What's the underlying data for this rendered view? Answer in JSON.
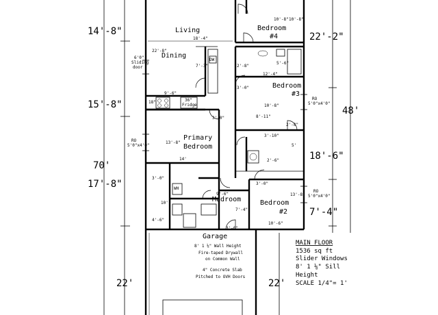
{
  "overall": {
    "depth": "70'",
    "right_total": "48'",
    "garage_width_left": "22'",
    "garage_width_right": "22'"
  },
  "left_dims": {
    "d1": "14'-8\"",
    "d2": "15'-8\"",
    "d3": "17'-8\""
  },
  "right_dims": {
    "d1": "22'-2\"",
    "d2": "18'-6\"",
    "d3": "7'-4\""
  },
  "rooms": {
    "living": "Living",
    "dining": "Dining",
    "bedroom4": [
      "Bedroom",
      "#4"
    ],
    "bedroom3": [
      "Bedroom",
      "#3"
    ],
    "primary": [
      "Primary",
      "Bedroom"
    ],
    "mudroom": "Mudroom",
    "bedroom2": [
      "Bedroom",
      "#2"
    ],
    "garage": "Garage"
  },
  "small_labels": {
    "slider_door": [
      "6'0\"",
      "Sliding",
      "door"
    ],
    "dining_w": "22'-8\"",
    "living_w": "18'-4\"",
    "bed4_w": "10'-8\"",
    "bed4_h": "10'-8\"",
    "kitchen_w": "9'-6\"",
    "kitchen_h": "7'-3\"",
    "fridge": [
      "36\"",
      "Fridge"
    ],
    "dw": "DW",
    "range": "18\"",
    "bath1_w": "12'-4\"",
    "bath1_h": "5'-6\"",
    "bed3_w": "10'-8\"",
    "bed3_h": "8'-11\"",
    "hall_w": "3'-10\"",
    "primary_w": "14'",
    "primary_h": "13'-8\"",
    "ro_left": [
      "RO",
      "5'0\"x4'0\""
    ],
    "ro_right1": [
      "RO",
      "5'0\"x4'0\""
    ],
    "ro_right2": [
      "RO",
      "5'0\"x4'0\""
    ],
    "bed2_h": "13'-8\"",
    "bed2_w": "10'-6\"",
    "mud_w": "7'-4\"",
    "mud_top": "9'-6\"",
    "bath2_w": "4'-6\"",
    "closet_h": "10'",
    "door_30": "3'-0\"",
    "door_28": "2'-8\"",
    "door_26": "2'-6\"",
    "wh": "WH",
    "hall_h": "5'"
  },
  "garage_notes": {
    "wall_height": "8' 1 ⅛\" Wall Height",
    "drywall1": "Fire-taped Drywall",
    "drywall2": "on Common Wall",
    "slab1": "4\" Concrete Slab",
    "slab2": "Pitched to OVH Doors"
  },
  "main_floor": {
    "heading": "MAIN FLOOR",
    "sqft": "1536 sq ft",
    "windows": "Slider Windows",
    "sill": "8' 1 ⅛\" Sill",
    "height": "Height",
    "scale": "SCALE 1/4\"= 1'"
  }
}
